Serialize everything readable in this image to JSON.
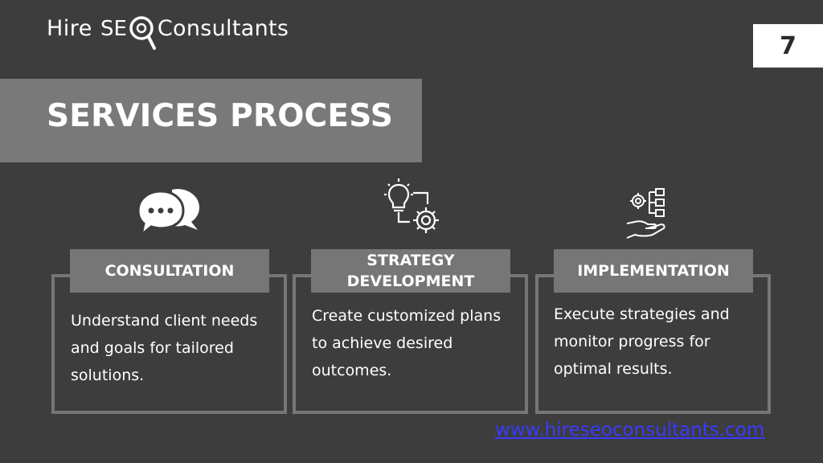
{
  "logo": {
    "word1": "Hire",
    "word2": "SE",
    "word3": "Consultants"
  },
  "page_number": "7",
  "banner_title": "SERVICES PROCESS",
  "cards": [
    {
      "icon": "chat-bubbles-icon",
      "title": "CONSULTATION",
      "text_lines": [
        "Understand client needs",
        "and goals for tailored",
        "solutions."
      ]
    },
    {
      "icon": "lightbulb-gear-icon",
      "title_lines": [
        "STRATEGY",
        "DEVELOPMENT"
      ],
      "text_lines": [
        "Create customized plans",
        "to achieve desired",
        "outcomes."
      ]
    },
    {
      "icon": "hand-gear-flowchart-icon",
      "title": "IMPLEMENTATION",
      "text_lines": [
        "Execute strategies and",
        "monitor progress for",
        "optimal results."
      ]
    }
  ],
  "website": "www.hireseoconsultants.com",
  "colors": {
    "background": "#3d3d3d",
    "banner": "#797979",
    "card": "#767676",
    "link": "#3a3aff"
  }
}
